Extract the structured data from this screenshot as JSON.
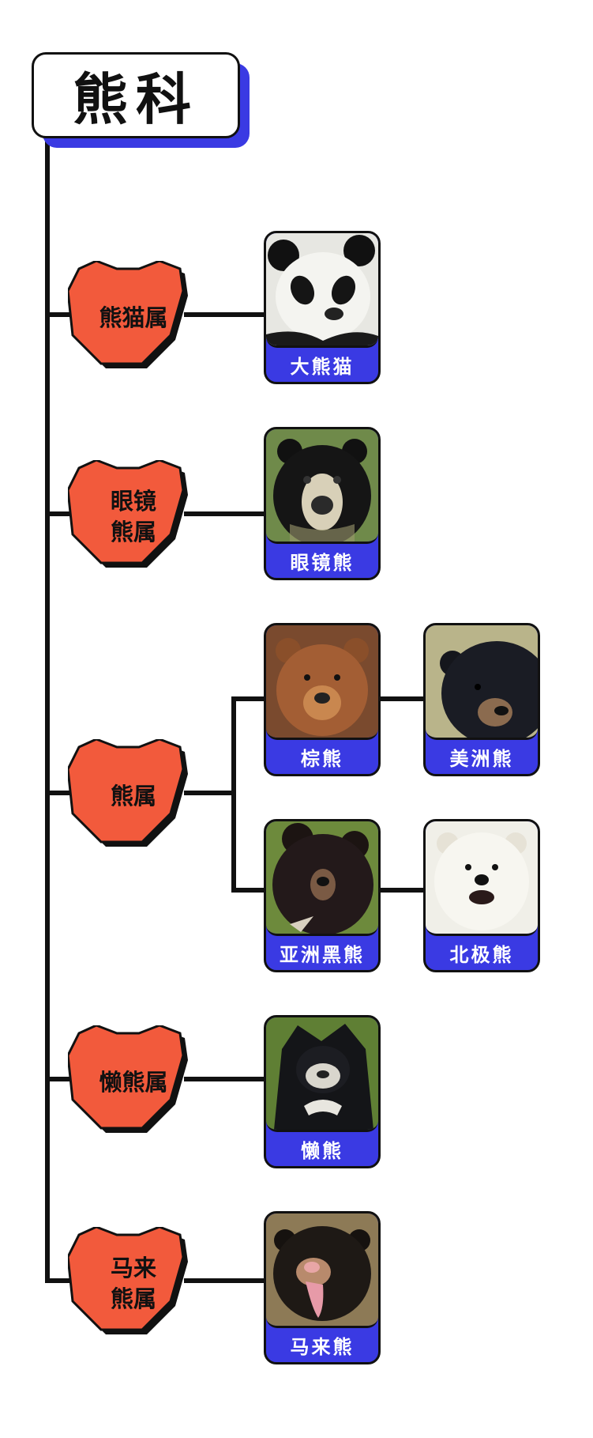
{
  "title": "熊科",
  "genera": [
    {
      "label": "熊猫属",
      "species": [
        "大熊猫"
      ]
    },
    {
      "label": "眼镜\n熊属",
      "species": [
        "眼镜熊"
      ]
    },
    {
      "label": "熊属",
      "species": [
        "棕熊",
        "美洲熊",
        "亚洲黑熊",
        "北极熊"
      ]
    },
    {
      "label": "懒熊属",
      "species": [
        "懒熊"
      ]
    },
    {
      "label": "马来\n熊属",
      "species": [
        "马来熊"
      ]
    }
  ],
  "colors": {
    "genus_fill": "#f25a3c",
    "accent_blue": "#3a3ae3",
    "line": "#111111"
  },
  "icons": [
    "panda-photo",
    "spectacled-bear-photo",
    "brown-bear-photo",
    "american-black-bear-photo",
    "asian-black-bear-photo",
    "polar-bear-photo",
    "sloth-bear-photo",
    "sun-bear-photo"
  ]
}
